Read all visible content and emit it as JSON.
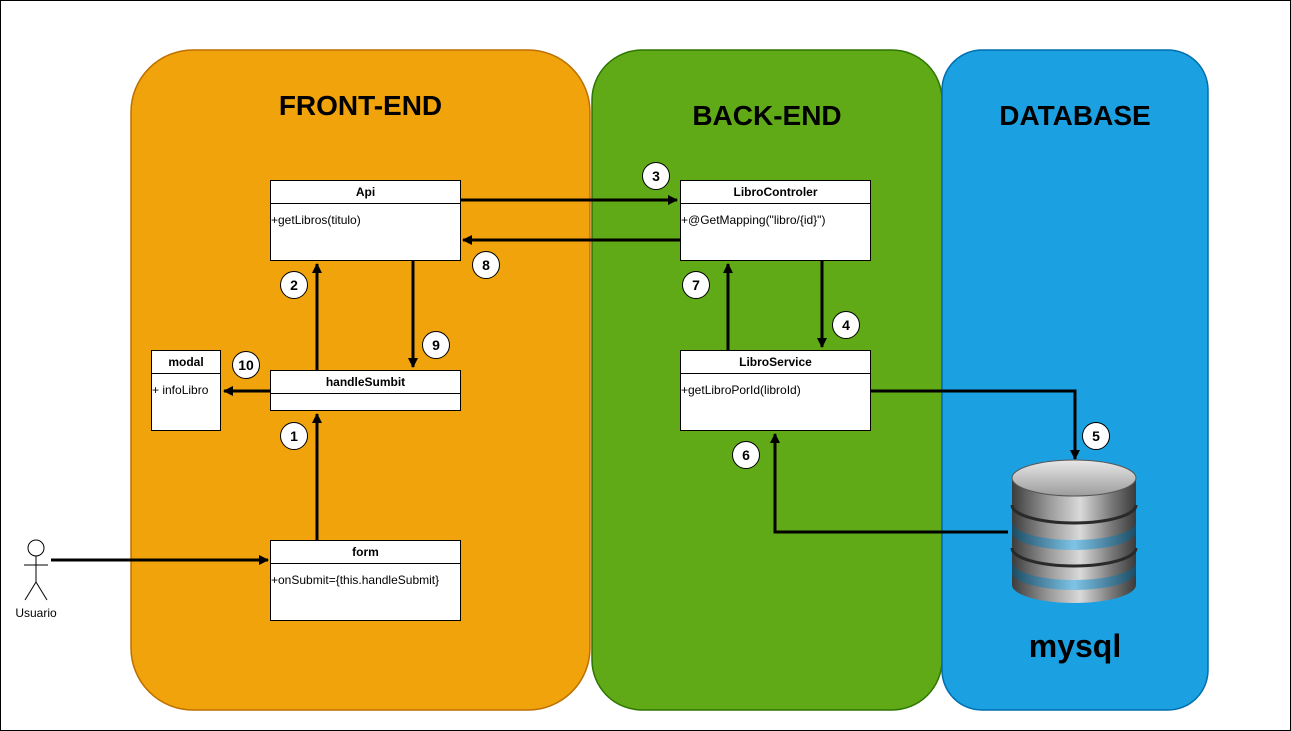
{
  "zones": {
    "frontend": "FRONT-END",
    "backend": "BACK-END",
    "database": "DATABASE"
  },
  "actor": {
    "label": "Usuario"
  },
  "classes": {
    "api": {
      "name": "Api",
      "member": "+getLibros(titulo)"
    },
    "handle": {
      "name": "handleSumbit",
      "member": ""
    },
    "form": {
      "name": "form",
      "member": "+onSubmit={this.handleSubmit}"
    },
    "modal": {
      "name": "modal",
      "member": "+ infoLibro"
    },
    "controller": {
      "name": "LibroControler",
      "member": "+@GetMapping(\"libro/{id}\")"
    },
    "service": {
      "name": "LibroService",
      "member": "+getLibroPorId(libroId)"
    }
  },
  "db": {
    "label": "mysql",
    "icon": "database-cylinder-icon"
  },
  "steps": [
    "1",
    "2",
    "3",
    "4",
    "5",
    "6",
    "7",
    "8",
    "9",
    "10"
  ],
  "colors": {
    "frontend_fill": "#F0A30A",
    "frontend_stroke": "#BD7000",
    "backend_fill": "#60A917",
    "backend_stroke": "#2D7600",
    "database_fill": "#1BA1E2",
    "database_stroke": "#006EAF"
  }
}
